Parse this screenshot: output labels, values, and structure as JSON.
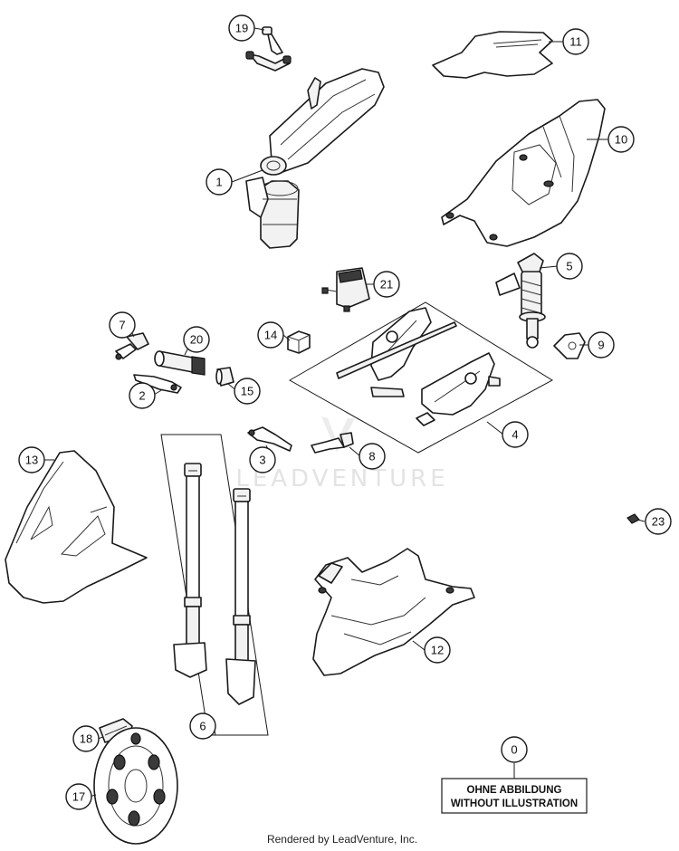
{
  "callouts": [
    {
      "label": "0"
    },
    {
      "label": "1"
    },
    {
      "label": "2"
    },
    {
      "label": "3"
    },
    {
      "label": "4"
    },
    {
      "label": "5"
    },
    {
      "label": "6"
    },
    {
      "label": "7"
    },
    {
      "label": "8"
    },
    {
      "label": "9"
    },
    {
      "label": "10"
    },
    {
      "label": "11"
    },
    {
      "label": "12"
    },
    {
      "label": "13"
    },
    {
      "label": "14"
    },
    {
      "label": "15"
    },
    {
      "label": "17"
    },
    {
      "label": "18"
    },
    {
      "label": "19"
    },
    {
      "label": "20"
    },
    {
      "label": "21"
    },
    {
      "label": "23"
    }
  ],
  "note": {
    "line1": "OHNE ABBILDUNG",
    "line2": "WITHOUT ILLUSTRATION"
  },
  "watermark": "LEADVENTURE",
  "footer": "Rendered by LeadVenture, Inc."
}
